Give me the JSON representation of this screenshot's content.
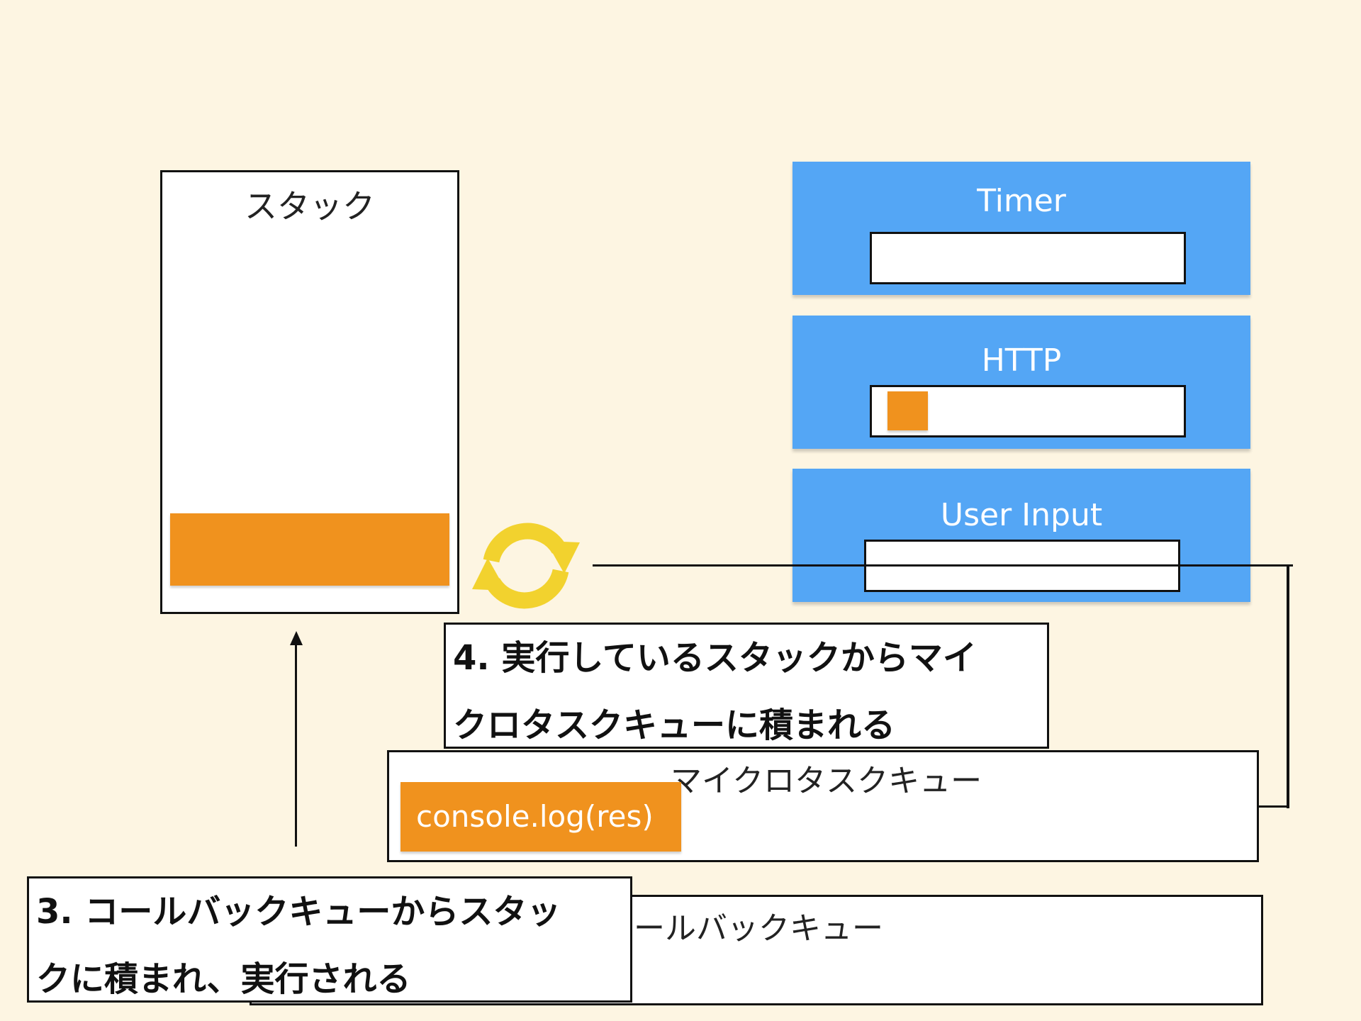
{
  "stack": {
    "title": "スタック"
  },
  "web_apis": {
    "timer": {
      "title": "Timer"
    },
    "http": {
      "title": "HTTP"
    },
    "user_input": {
      "title": "User Input"
    }
  },
  "microtask_queue": {
    "title": "マイクロタスクキュー",
    "items": [
      {
        "label": "console.log(res)"
      }
    ]
  },
  "callback_queue": {
    "title": "コールバックキュー"
  },
  "callouts": {
    "step4": {
      "line1": "4. 実行しているスタックからマイ",
      "line2": "クロタスクキューに積まれる"
    },
    "step3": {
      "line1": "3. コールバックキューからスタッ",
      "line2": "クに積まれ、実行される"
    }
  },
  "colors": {
    "background": "#fdf5e2",
    "web_api_panel": "#54a6f5",
    "task": "#f0921e",
    "event_loop": "#f2d22e"
  },
  "icons": {
    "event_loop": "event-loop-cycle-icon"
  }
}
